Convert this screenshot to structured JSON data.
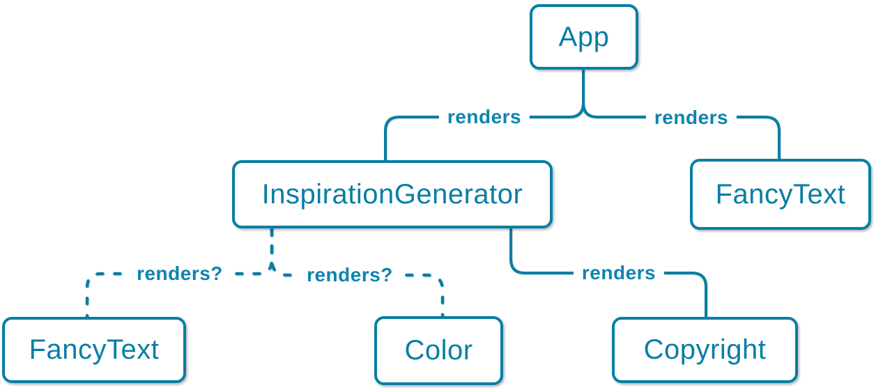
{
  "diagram": {
    "type": "component-tree",
    "colors": {
      "accent": "#087ea4",
      "node_fill": "#ffffff",
      "background": "#ffffff"
    },
    "nodes": [
      {
        "id": "app",
        "label": "App"
      },
      {
        "id": "inspiration-generator",
        "label": "InspirationGenerator"
      },
      {
        "id": "fancy-text-top",
        "label": "FancyText"
      },
      {
        "id": "fancy-text-bottom",
        "label": "FancyText"
      },
      {
        "id": "color",
        "label": "Color"
      },
      {
        "id": "copyright",
        "label": "Copyright"
      }
    ],
    "edges": [
      {
        "from": "App",
        "to": "InspirationGenerator",
        "label": "renders",
        "style": "solid"
      },
      {
        "from": "App",
        "to": "FancyText",
        "label": "renders",
        "style": "solid"
      },
      {
        "from": "InspirationGenerator",
        "to": "FancyText",
        "label": "renders?",
        "style": "dashed"
      },
      {
        "from": "InspirationGenerator",
        "to": "Color",
        "label": "renders?",
        "style": "dashed"
      },
      {
        "from": "InspirationGenerator",
        "to": "Copyright",
        "label": "renders",
        "style": "solid"
      }
    ]
  }
}
